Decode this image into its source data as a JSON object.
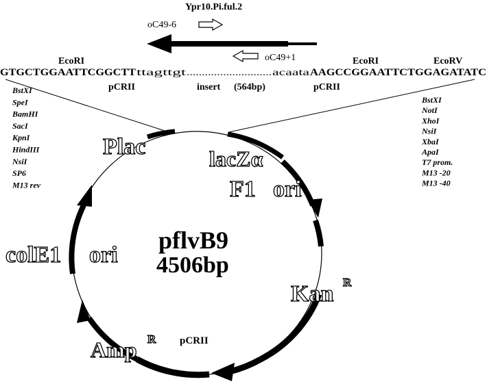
{
  "primers": {
    "ypr": "Ypr10.Pi.ful.2",
    "oc49_6": "oC49-6",
    "oc49_1": "oC49+1"
  },
  "sequence": {
    "ecori_left": "EcoRI",
    "ecori_right": "EcoRI",
    "ecorv": "EcoRV",
    "left": "GTGCTGGAATTCGGCTT",
    "insert_left": "ttagttgt",
    "dots": "............................",
    "insert_right": "acaata",
    "right": "AAGCCGGAATTCTGGAGATATC",
    "pcrii_left": "pCRII",
    "insert_label": "insert",
    "insert_size": "(564bp)",
    "pcrii_right": "pCRII"
  },
  "left_sites": [
    "BstXI",
    "SpeI",
    "BamHI",
    "SacI",
    "KpnI",
    "HindIII",
    "NsiI",
    "SP6",
    "M13 rev"
  ],
  "right_sites": [
    "BstXI",
    "NotI",
    "XhoI",
    "NsiI",
    "XbaI",
    "ApaI",
    "T7 prom.",
    "M13 -20",
    "M13 -40"
  ],
  "plasmid": {
    "name": "pflvB9",
    "size": "4506bp"
  },
  "features": {
    "plac": "Plac",
    "lacz": "lacZα",
    "f1": "F1",
    "f1_ori": "ori",
    "kan": "Kan",
    "kan_sup": "R",
    "amp": "Amp",
    "amp_sup": "R",
    "cole1": "colE1",
    "cole1_ori": "ori",
    "pcrii": "pCRII"
  }
}
